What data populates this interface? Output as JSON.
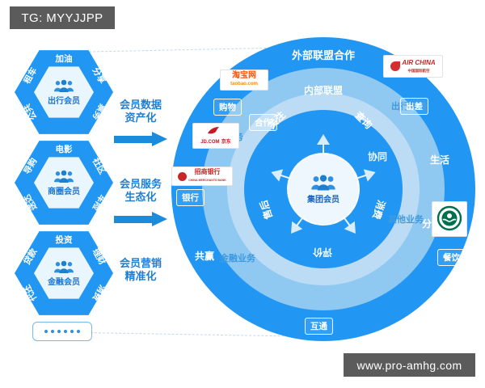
{
  "watermarks": {
    "tg_tag": "TG: MYYJJPP",
    "site": "www.pro-amhg.com"
  },
  "left_column": {
    "hexagons": [
      {
        "center_label": "出行会员",
        "top": "加油",
        "top_left": "租车",
        "top_right": "分享",
        "bottom_left": "公共",
        "bottom_right": "票务"
      },
      {
        "center_label": "商圈会员",
        "top": "电影",
        "top_left": "导购",
        "top_right": "社区",
        "bottom_left": "送达",
        "bottom_right": "车险"
      },
      {
        "center_label": "金融会员",
        "top": "投资",
        "top_left": "贷款",
        "top_right": "理财",
        "bottom_left": "代还",
        "bottom_right": "消费"
      }
    ],
    "ellipsis_dots": 6,
    "arrows": [
      {
        "label_line1": "会员数据",
        "label_line2": "资产化"
      },
      {
        "label_line1": "会员服务",
        "label_line2": "生态化"
      },
      {
        "label_line1": "会员营销",
        "label_line2": "精准化"
      }
    ]
  },
  "circle": {
    "outer_ring_title": "外部联盟合作",
    "inner_ring_title": "内部联盟",
    "core_label": "集团会员",
    "inner_words": [
      "关注",
      "查询",
      "消费",
      "评价",
      "售后"
    ],
    "business_sectors": [
      "商圈业务",
      "出行业务",
      "其他业务",
      "金融业务"
    ],
    "middle_words": [
      "合作",
      "协同"
    ],
    "badges": [
      "购物",
      "银行",
      "出差",
      "餐饮"
    ],
    "outer_words": [
      "生活",
      "共赢",
      "分享",
      "互通"
    ],
    "logos": [
      {
        "name": "taobao",
        "line1": "淘宝网",
        "line2": "taobao.com",
        "color1": "#ff5000",
        "color2": "#ff8a00"
      },
      {
        "name": "jd",
        "line1": "JD.COM",
        "line2": "京东",
        "color1": "#c81623",
        "color2": "#c81623"
      },
      {
        "name": "cmb",
        "line1": "招商银行",
        "line2": "CHINA MERCHANTS BANK",
        "color1": "#c62828",
        "color2": "#c62828"
      },
      {
        "name": "air-china",
        "line1": "AIR CHINA",
        "line2": "中国国际航空",
        "color1": "#d32f2f",
        "color2": "#c62828"
      },
      {
        "name": "starbucks",
        "line1": "STARBUCKS",
        "line2": "COFFEE",
        "color1": "#00704a",
        "color2": "#00704a"
      }
    ]
  },
  "colors": {
    "primary_blue": "#2196f3",
    "ring2": "#8fc8f0",
    "ring3": "#bcdcf5",
    "label_blue": "#1f7fd4",
    "watermark_gray": "#5b5b5b"
  }
}
